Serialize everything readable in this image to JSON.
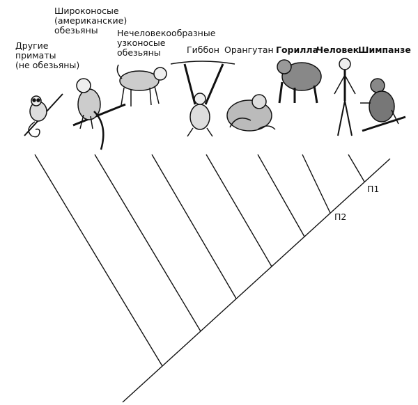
{
  "taxa": [
    {
      "id": "other",
      "label": "Другие\nприматы\n(не обезьяны)",
      "bold": false
    },
    {
      "id": "newworld",
      "label": "Широконосые\n(американские)\nобезьяны",
      "bold": false
    },
    {
      "id": "oldworld",
      "label": "Нечеловекообразные\nузконосые\nобезьяны",
      "bold": false
    },
    {
      "id": "gibbon",
      "label": "Гиббон",
      "bold": false
    },
    {
      "id": "orangutan",
      "label": "Орангутан",
      "bold": false
    },
    {
      "id": "gorilla",
      "label": "Горилла",
      "bold": true
    },
    {
      "id": "human",
      "label": "Человек",
      "bold": true
    },
    {
      "id": "chimp",
      "label": "Шимпанзе",
      "bold": true
    }
  ],
  "nodes": {
    "p1": "П1",
    "p2": "П2"
  },
  "icons": [
    "tarsier-illustration",
    "capuchin-illustration",
    "macaque-illustration",
    "gibbon-illustration",
    "orangutan-illustration",
    "gorilla-illustration",
    "human-illustration",
    "chimpanzee-illustration"
  ]
}
